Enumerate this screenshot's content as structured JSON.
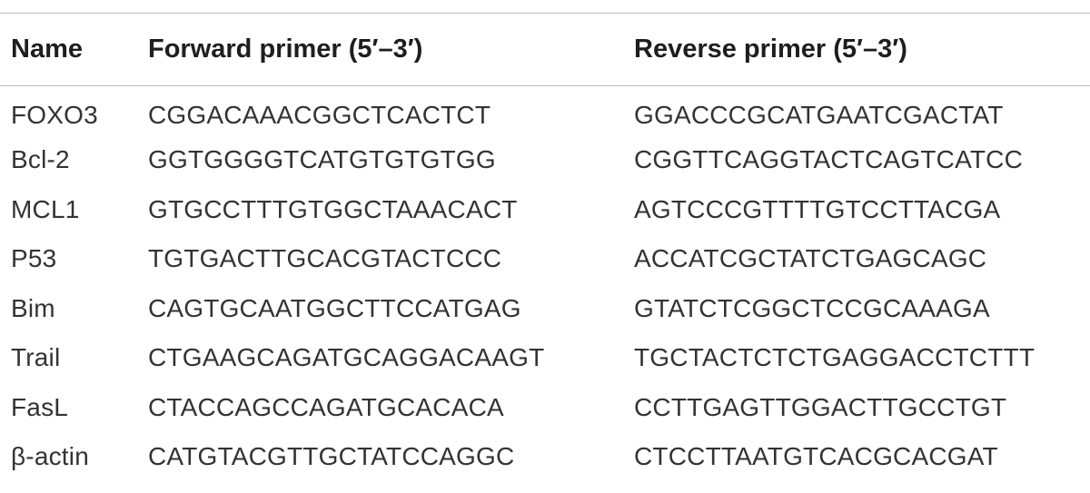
{
  "table": {
    "headers": [
      "Name",
      "Forward primer (5′–3′)",
      "Reverse primer (5′–3′)"
    ],
    "rows": [
      [
        "FOXO3",
        "CGGACAAACGGCTCACTCT",
        "GGACCCGCATGAATCGACTAT"
      ],
      [
        "Bcl-2",
        "GGTGGGGTCATGTGTGTGG",
        "CGGTTCAGGTACTCAGTCATCC"
      ],
      [
        "MCL1",
        "GTGCCTTTGTGGCTAAACACT",
        "AGTCCCGTTTTGTCCTTACGA"
      ],
      [
        "P53",
        "TGTGACTTGCACGTACTCCC",
        "ACCATCGCTATCTGAGCAGC"
      ],
      [
        "Bim",
        "CAGTGCAATGGCTTCCATGAG",
        "GTATCTCGGCTCCGCAAAGA"
      ],
      [
        "Trail",
        "CTGAAGCAGATGCAGGACAAGT",
        "TGCTACTCTCTGAGGACCTCTTT"
      ],
      [
        "FasL",
        "CTACCAGCCAGATGCACACA",
        "CCTTGAGTTGGACTTGCCTGT"
      ],
      [
        "β-actin",
        "CATGTACGTTGCTATCCAGGC",
        "CTCCTTAATGTCACGCACGAT"
      ]
    ]
  }
}
